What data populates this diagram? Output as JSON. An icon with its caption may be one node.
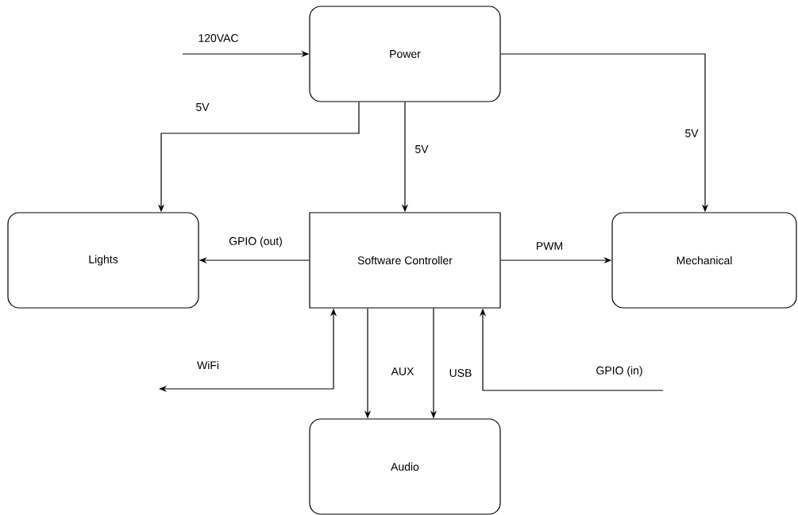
{
  "diagram": {
    "nodes": [
      {
        "text": [
          "Power"
        ]
      },
      {
        "text": [
          "Lights"
        ]
      },
      {
        "text": [
          "Software Controller"
        ]
      },
      {
        "text": [
          "Mechanical"
        ]
      },
      {
        "text": [
          "Audio"
        ]
      }
    ],
    "edges": [
      {
        "from": null,
        "to": 0,
        "arrow": "to",
        "label": "120VAC"
      },
      {
        "from": 0,
        "to": 1,
        "arrow": "to",
        "label": "5V"
      },
      {
        "from": 0,
        "to": 2,
        "arrow": "to",
        "label": "5V"
      },
      {
        "from": 0,
        "to": 3,
        "arrow": "to",
        "label": "5V"
      },
      {
        "from": 2,
        "to": 1,
        "arrow": "to",
        "label": "GPIO (out)"
      },
      {
        "from": 2,
        "to": 3,
        "arrow": "to",
        "label": "PWM"
      },
      {
        "from": 2,
        "to": null,
        "arrow": "both",
        "label": "WiFi"
      },
      {
        "from": 2,
        "to": 4,
        "arrow": "to",
        "label": "AUX"
      },
      {
        "from": 2,
        "to": 4,
        "arrow": "to",
        "label": "USB"
      },
      {
        "from": null,
        "to": 2,
        "arrow": "to",
        "label": "GPIO (in)"
      }
    ]
  }
}
